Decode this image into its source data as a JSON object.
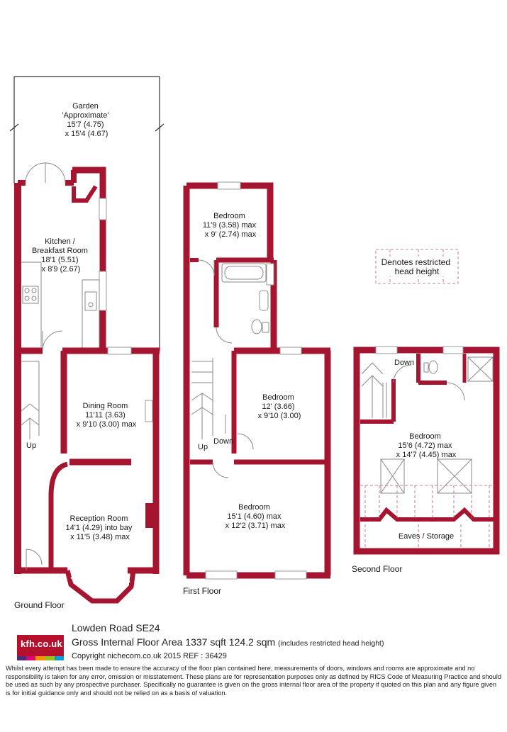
{
  "colors": {
    "wall": "#a61530",
    "fixture": "#9a9a9a",
    "restricted": "#c0566a"
  },
  "rooms": {
    "garden": [
      "Garden",
      "'Approximate'",
      "15'7 (4.75)",
      "x 15'4 (4.67)"
    ],
    "kitchen": [
      "Kitchen /",
      "Breakfast Room",
      "18'1 (5.51)",
      "x 8'9 (2.67)"
    ],
    "dining": [
      "Dining Room",
      "11'11 (3.63)",
      "x 9'10 (3.00) max"
    ],
    "reception": [
      "Reception Room",
      "14'1 (4.29) into bay",
      "x 11'5 (3.48) max"
    ],
    "bed1": [
      "Bedroom",
      "11'9 (3.58) max",
      "x 9' (2.74) max"
    ],
    "bed2": [
      "Bedroom",
      "12' (3.66)",
      "x 9'10 (3.00)"
    ],
    "bed3": [
      "Bedroom",
      "15'1 (4.60) max",
      "x 12'2 (3.71) max"
    ],
    "bed4": [
      "Bedroom",
      "15'6 (4.72) max",
      "x 14'7 (4.45) max"
    ],
    "eaves": "Eaves / Storage"
  },
  "labels": {
    "up": "Up",
    "down": "Down"
  },
  "legend": [
    "Denotes restricted",
    "head height"
  ],
  "floors": {
    "ground": "Ground Floor",
    "first": "First Floor",
    "second": "Second Floor"
  },
  "footer": {
    "logo": "kfh.co.uk",
    "logo_colors": [
      "#4b2a7b",
      "#e4007c",
      "#f39200",
      "#95c11f",
      "#009fe3"
    ],
    "address": "Lowden Road  SE24",
    "gia": "Gross Internal Floor Area 1337 sqft 124.2 sqm",
    "gia_note": "(includes restricted head height)",
    "copyright": "Copyright nichecom.co.uk 2015 REF : 36429",
    "disclaimer": "Whilst every attempt has been made to ensure the accuracy of the floor plan contained here, measurements of doors, windows and rooms are approximate and no responsibility is taken for any error, omission or misstatement.  These plans are for representation purposes only as defined by RICS Code of Measuring Practice and should be used as such by any prospective purchaser.  Specifically no guarantee is given on the gross internal floor area of the property if quoted on this plan and any figure given is for initial guidance only and should not be relied on as a basis of valuation."
  }
}
